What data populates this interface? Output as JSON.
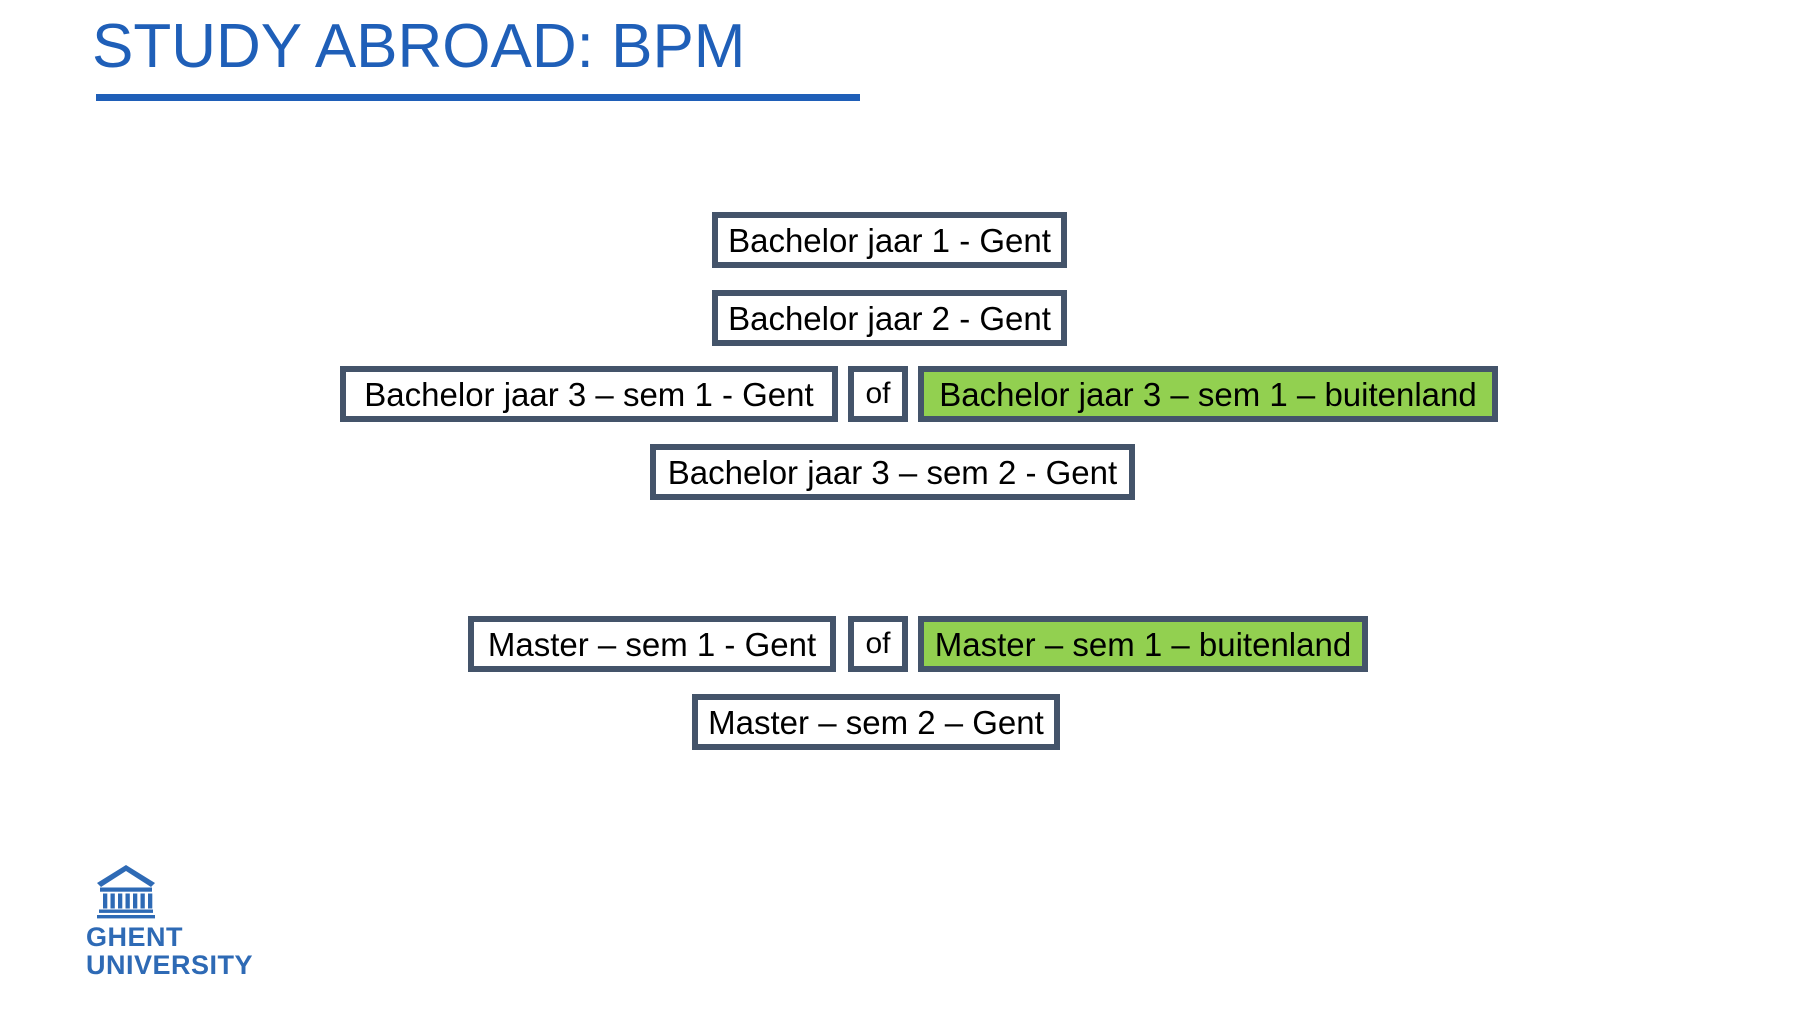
{
  "slide": {
    "title": "STUDY ABROAD: BPM",
    "background_color": "#FFFFFF",
    "title_color": "#1F5FB8"
  },
  "colors": {
    "box_border": "#44546A",
    "box_fill": "#FFFFFF",
    "abroad_fill": "#92D050",
    "logo_blue": "#2E6AB5",
    "title_blue": "#1F5FB8"
  },
  "diagram": {
    "bachelor": {
      "year1": "Bachelor jaar 1 - Gent",
      "year2": "Bachelor jaar 2 - Gent",
      "year3_sem1_gent": "Bachelor jaar 3 – sem 1 - Gent",
      "or_label": "of",
      "year3_sem1_abroad": "Bachelor jaar 3 – sem 1 – buitenland",
      "year3_sem2_gent": "Bachelor jaar 3 – sem 2 - Gent"
    },
    "master": {
      "sem1_gent": "Master – sem 1 - Gent",
      "or_label": "of",
      "sem1_abroad": "Master – sem 1 – buitenland",
      "sem2_gent": "Master – sem 2 – Gent"
    }
  },
  "logo": {
    "icon": "university-building-icon",
    "line1": "GHENT",
    "line2": "UNIVERSITY"
  }
}
